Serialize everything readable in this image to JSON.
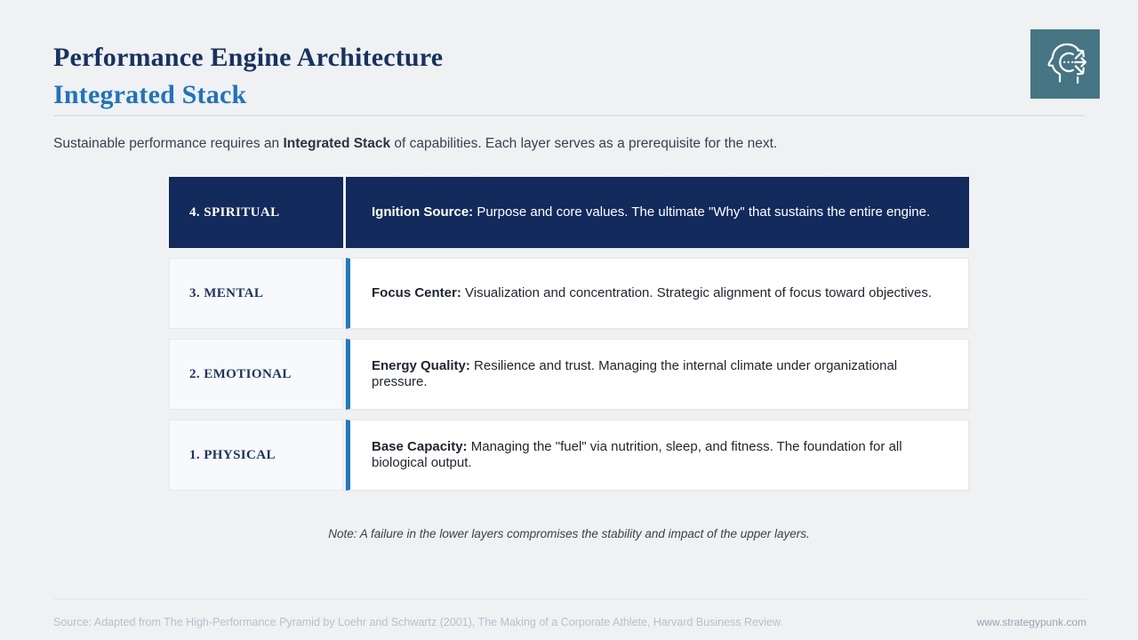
{
  "page": {
    "title_line1": "Performance Engine Architecture",
    "title_line2": "Integrated Stack",
    "intro": {
      "pre": "Sustainable performance requires an ",
      "bold": "Integrated Stack",
      "post": " of capabilities. Each layer serves as a prerequisite for the next."
    },
    "note": "Note: A failure in the lower layers compromises the stability and impact of the upper layers.",
    "footer": {
      "source": "Source: Adapted from The High-Performance Pyramid by Loehr and Schwartz (2001), The Making of a Corporate Athlete, Harvard Business Review.",
      "website": "www.strategypunk.com"
    }
  },
  "stack": {
    "layers": [
      {
        "label": "4. SPIRITUAL",
        "lead": "Ignition Source:",
        "text": " Purpose and core values. The ultimate \"Why\" that sustains the entire engine.",
        "highlight": true
      },
      {
        "label": "3. MENTAL",
        "lead": "Focus Center:",
        "text": " Visualization and concentration. Strategic alignment of focus toward objectives.",
        "highlight": false
      },
      {
        "label": "2. EMOTIONAL",
        "lead": "Energy Quality:",
        "text": " Resilience and trust. Managing the internal climate under organizational pressure.",
        "highlight": false
      },
      {
        "label": "1. PHYSICAL",
        "lead": "Base Capacity:",
        "text": " Managing the \"fuel\" via nutrition, sleep, and fitness. The foundation for all biological output.",
        "highlight": false
      }
    ]
  },
  "colors": {
    "navy": "#122a5c",
    "accent_blue": "#1f7bbf",
    "title_navy": "#173263",
    "title_blue": "#1e73c0",
    "logo_teal": "#467584",
    "background": "#f0f1f3"
  }
}
